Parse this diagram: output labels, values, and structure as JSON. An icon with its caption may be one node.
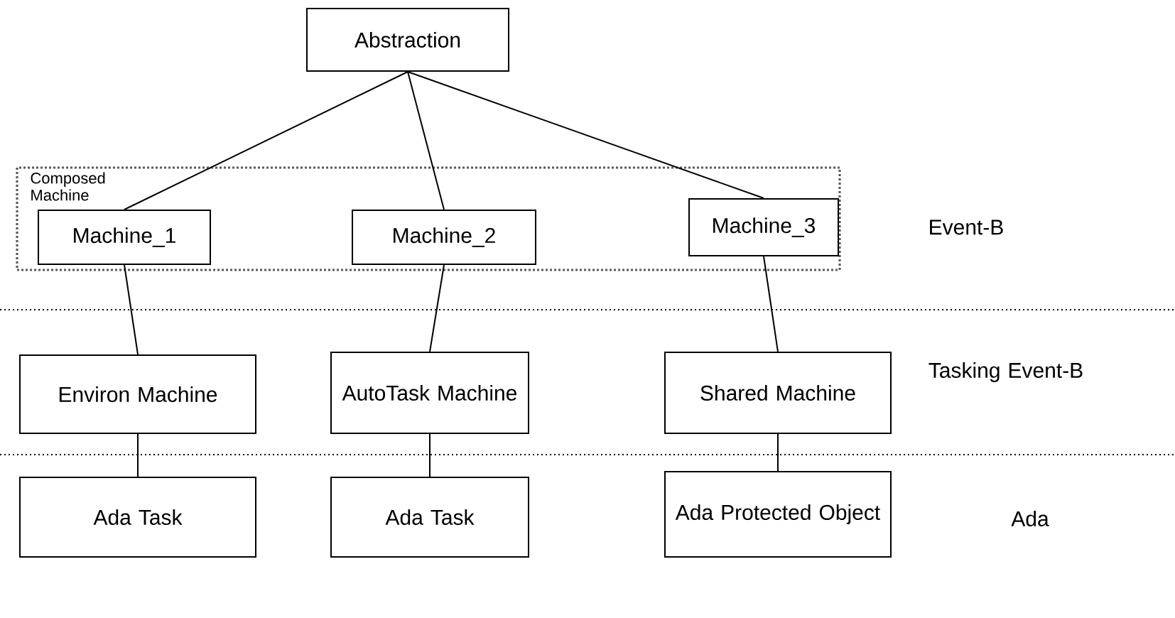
{
  "diagram": {
    "nodes": [
      {
        "text": [
          "Abstraction"
        ]
      },
      {
        "text": [
          "Composed Machine"
        ]
      },
      {
        "text": [
          "Machine_1"
        ],
        "in": 1
      },
      {
        "text": [
          "Machine_2"
        ],
        "in": 1
      },
      {
        "text": [
          "Machine_3"
        ],
        "in": 1
      },
      {
        "text": [
          "Environ Machine"
        ]
      },
      {
        "text": [
          "AutoTask Machine"
        ]
      },
      {
        "text": [
          "Shared Machine"
        ]
      },
      {
        "text": [
          "Ada Task"
        ]
      },
      {
        "text": [
          "Ada Task"
        ]
      },
      {
        "text": [
          "Ada Protected Object"
        ]
      }
    ],
    "edges": [
      {
        "from": 0,
        "to": 2,
        "arrow": "none"
      },
      {
        "from": 0,
        "to": 3,
        "arrow": "none"
      },
      {
        "from": 0,
        "to": 4,
        "arrow": "none"
      },
      {
        "from": 2,
        "to": 5,
        "arrow": "none"
      },
      {
        "from": 3,
        "to": 6,
        "arrow": "none"
      },
      {
        "from": 4,
        "to": 7,
        "arrow": "none"
      },
      {
        "from": 5,
        "to": 8,
        "arrow": "none"
      },
      {
        "from": 6,
        "to": 9,
        "arrow": "none"
      },
      {
        "from": 7,
        "to": 10,
        "arrow": "none"
      }
    ],
    "labels": [
      "Event-B",
      "Tasking Event-B",
      "Ada"
    ]
  }
}
